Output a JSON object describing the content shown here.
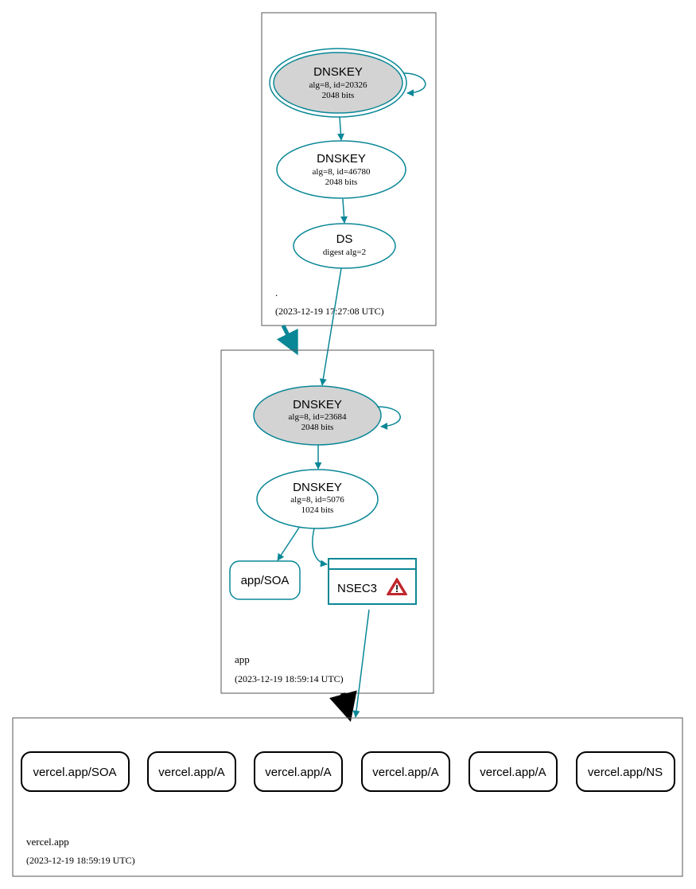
{
  "colors": {
    "accent": "#0a8796",
    "ksk_fill": "#d3d3d3",
    "zone_border": "#555555",
    "delegation_black": "#000000",
    "warning_red": "#c0282d"
  },
  "zones": {
    "root": {
      "name": ".",
      "timestamp": "(2023-12-19 17:27:08 UTC)",
      "ksk": {
        "title": "DNSKEY",
        "detail": "alg=8, id=20326",
        "bits": "2048 bits"
      },
      "zsk": {
        "title": "DNSKEY",
        "detail": "alg=8, id=46780",
        "bits": "2048 bits"
      },
      "ds": {
        "title": "DS",
        "detail": "digest alg=2"
      }
    },
    "app": {
      "name": "app",
      "timestamp": "(2023-12-19 18:59:14 UTC)",
      "ksk": {
        "title": "DNSKEY",
        "detail": "alg=8, id=23684",
        "bits": "2048 bits"
      },
      "zsk": {
        "title": "DNSKEY",
        "detail": "alg=8, id=5076",
        "bits": "1024 bits"
      },
      "soa": "app/SOA",
      "nsec3": {
        "label": "NSEC3",
        "icon": "warning-icon"
      }
    },
    "vercel": {
      "name": "vercel.app",
      "timestamp": "(2023-12-19 18:59:19 UTC)",
      "records": [
        "vercel.app/SOA",
        "vercel.app/A",
        "vercel.app/A",
        "vercel.app/A",
        "vercel.app/A",
        "vercel.app/NS"
      ]
    }
  }
}
